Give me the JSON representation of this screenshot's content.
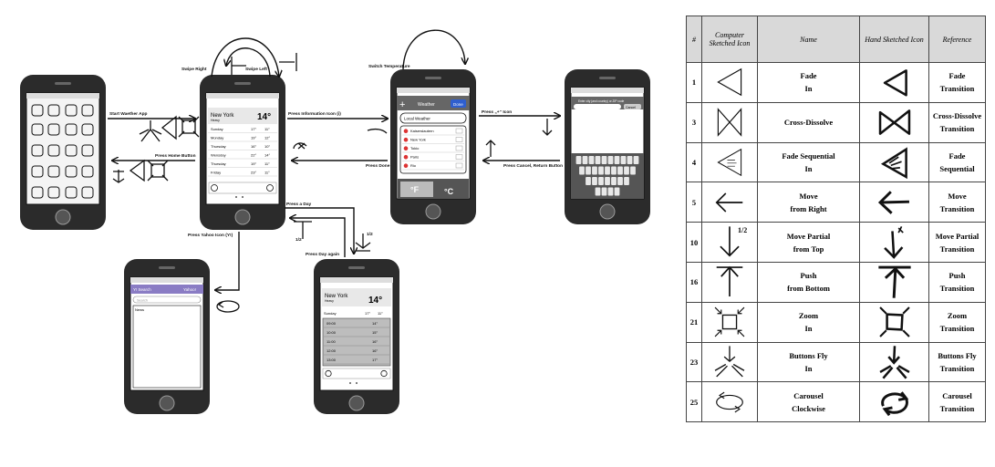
{
  "flow": {
    "labels": {
      "swipe_right": "Swipe Right",
      "swipe_left": "Swipe Left",
      "switch_temperature": "Switch Temperature",
      "start_weather_app": "Start Waether App",
      "press_information_icon": "Press Information Icon (i)",
      "press_plus_icon": "Press „+“ Icon",
      "press_home_button": "Press Home Button",
      "press_done": "Press Done",
      "press_cancel_return": "Press Cancel, Return Button",
      "press_yahoo_icon": "Press Yahoo Icon (Y!)",
      "press_a_day": "Press a Day",
      "press_day_again": "Press Day again",
      "half_a": "1/2",
      "half_b": "1/2"
    },
    "weather_phone": {
      "city": "New York",
      "sub": "Heavy",
      "temp": "14°",
      "days": [
        {
          "day": "Sunday",
          "hi": "17°",
          "lo": "11°"
        },
        {
          "day": "Monday",
          "hi": "19°",
          "lo": "12°"
        },
        {
          "day": "Thursday",
          "hi": "16°",
          "lo": "10°"
        },
        {
          "day": "Wensday",
          "hi": "22°",
          "lo": "14°"
        },
        {
          "day": "Thursday",
          "hi": "19°",
          "lo": "11°"
        },
        {
          "day": "Friday",
          "hi": "23°",
          "lo": "11°"
        }
      ]
    },
    "settings_phone": {
      "title": "Weather",
      "done": "Done",
      "search_value": "Local Weather",
      "cities": [
        "Kaiserslautern",
        "New York",
        "Tokio",
        "Paris",
        "Rio"
      ],
      "f_label": "°F",
      "c_label": "°C"
    },
    "add_phone": {
      "prompt": "Enter city (and country) or ZIP code",
      "cancel": "Cancel"
    },
    "yahoo_phone": {
      "header": "Y! Search",
      "brand": "Yahoo!",
      "search_placeholder": "Search",
      "tab": "News"
    },
    "hourly_phone": {
      "city": "New York",
      "sub": "Heavy",
      "temp": "14°",
      "day": "Sunday",
      "hi": "17°",
      "lo": "11°",
      "hours": [
        {
          "time": "09:00",
          "temp": "14°"
        },
        {
          "time": "10:00",
          "temp": "15°"
        },
        {
          "time": "11:00",
          "temp": "16°"
        },
        {
          "time": "12:00",
          "temp": "16°"
        },
        {
          "time": "13:00",
          "temp": "17°"
        }
      ]
    }
  },
  "table": {
    "headers": {
      "num": "#",
      "computer_icon": "Computer Sketched Icon",
      "name": "Name",
      "hand_icon": "Hand Sketched Icon",
      "reference": "Reference"
    },
    "rows": [
      {
        "num": "1",
        "icon": "fade-in",
        "name": [
          "Fade",
          "In"
        ],
        "ref": [
          "Fade",
          "Transition"
        ]
      },
      {
        "num": "3",
        "icon": "cross-dissolve",
        "name": [
          "Cross-Dissolve"
        ],
        "ref": [
          "Cross-Dissolve",
          "Transition"
        ]
      },
      {
        "num": "4",
        "icon": "fade-sequential",
        "name": [
          "Fade Sequential",
          "In"
        ],
        "ref": [
          "Fade",
          "Sequential"
        ]
      },
      {
        "num": "5",
        "icon": "move-from-right",
        "name": [
          "Move",
          "from Right"
        ],
        "ref": [
          "Move",
          "Transition"
        ]
      },
      {
        "num": "10",
        "icon": "move-partial-from-top",
        "icon_label": "1/2",
        "name": [
          "Move Partial",
          "from Top"
        ],
        "ref": [
          "Move Partial",
          "Transition"
        ]
      },
      {
        "num": "16",
        "icon": "push-from-bottom",
        "name": [
          "Push",
          "from Bottom"
        ],
        "ref": [
          "Push",
          "Transition"
        ]
      },
      {
        "num": "21",
        "icon": "zoom-in",
        "name": [
          "Zoom",
          "In"
        ],
        "ref": [
          "Zoom",
          "Transition"
        ]
      },
      {
        "num": "23",
        "icon": "buttons-fly-in",
        "name": [
          "Buttons Fly",
          "In"
        ],
        "ref": [
          "Buttons Fly",
          "Transition"
        ]
      },
      {
        "num": "25",
        "icon": "carousel-clockwise",
        "name": [
          "Carousel",
          "Clockwise"
        ],
        "ref": [
          "Carousel",
          "Transition"
        ]
      }
    ]
  }
}
